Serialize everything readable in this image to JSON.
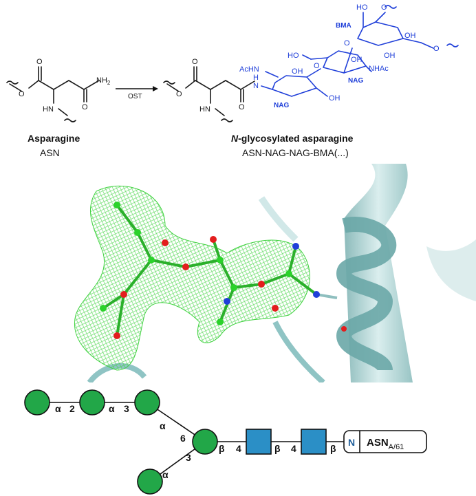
{
  "scheme": {
    "reactant_name": "Asparagine",
    "reactant_code": "ASN",
    "arrow_label": "OST",
    "product_name_italic": "N",
    "product_name_rest": "-glycosylated asparagine",
    "product_code": "ASN-NAG-NAG-BMA(...)",
    "atoms": {
      "o": "O",
      "nh2": "NH",
      "nh2_sub": "2",
      "hn": "HN",
      "h": "H",
      "n": "N",
      "acnh": "AcHN",
      "nhac": "NHAc",
      "oh": "OH",
      "ho": "HO"
    },
    "sugar_labels": {
      "nag1": "NAG",
      "nag2": "NAG",
      "bma": "BMA"
    }
  },
  "glycan": {
    "residue": "ASN",
    "residue_sub": "A/61",
    "n_label": "N",
    "linkages": {
      "l1_anomer": "α",
      "l1_pos": "2",
      "l2_anomer": "α",
      "l2_pos": "3",
      "l3_anomer": "α",
      "l3_pos": "6",
      "l4_anomer": "α",
      "l4_pos": "3",
      "bma_anomer": "β",
      "bma_pos": "4",
      "nag2_anomer": "β",
      "nag2_pos": "4",
      "nag1_anomer": "β"
    },
    "colors": {
      "mannose": "#22a748",
      "glcnac": "#2b8fc6",
      "n_label": "#1f5e9a"
    }
  }
}
